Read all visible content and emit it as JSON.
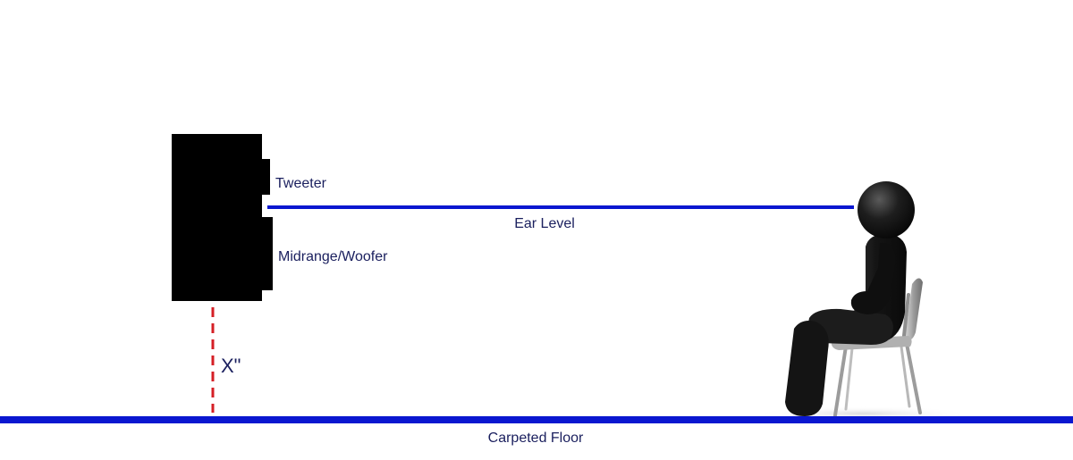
{
  "labels": {
    "tweeter": "Tweeter",
    "woofer": "Midrange/Woofer",
    "ear_level": "Ear Level",
    "height": "X\"",
    "floor": "Carpeted Floor"
  },
  "colors": {
    "line_blue": "#0a17d0",
    "text_navy": "#1a1f5e",
    "dash_red": "#d51f26",
    "speaker_black": "#000000",
    "figure_dark": "#161616",
    "chair_gray": "#a8a8a8"
  }
}
